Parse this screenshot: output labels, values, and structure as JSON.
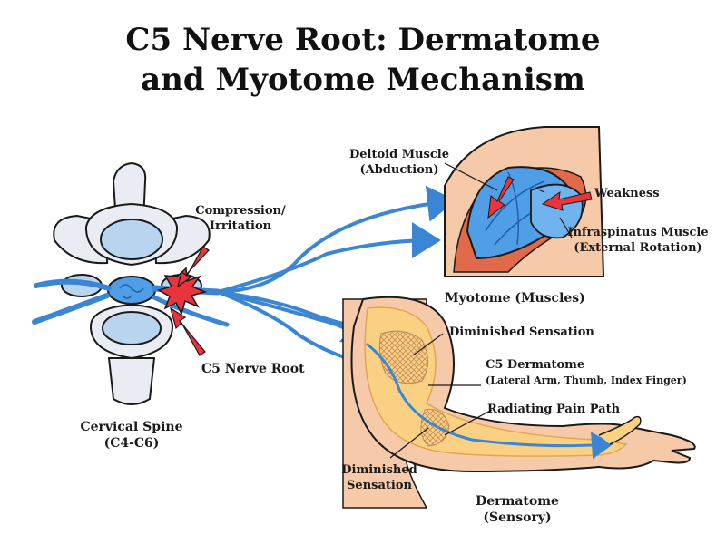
{
  "title": {
    "line1": "C5 Nerve Root: Dermatome",
    "line2": "and Myotome Mechanism"
  },
  "labels": {
    "compression_1": "Compression/",
    "compression_2": "Irritation",
    "nerve_root": "C5 Nerve Root",
    "cervical_1": "Cervical Spine",
    "cervical_2": "(C4-C6)",
    "deltoid_1": "Deltoid Muscle",
    "deltoid_2": "(Abduction)",
    "weakness": "Weakness",
    "infraspinatus_1": "Infraspinatus Muscle",
    "infraspinatus_2": "(External Rotation)",
    "myotome": "Myotome (Muscles)",
    "diminished_upper": "Diminished Sensation",
    "c5_dermatome_1": "C5 Dermatome",
    "c5_dermatome_2": "(Lateral Arm, Thumb, Index Finger)",
    "radiating": "Radiating Pain Path",
    "diminished_lower_1": "Diminished",
    "diminished_lower_2": "Sensation",
    "dermatome_1": "Dermatome",
    "dermatome_2": "(Sensory)"
  },
  "colors": {
    "nerve": "#3a86d4",
    "nerve_dark": "#1f5fa8",
    "bone": "#e9edf3",
    "bone_blue": "#b9d4ee",
    "muscle_blue": "#4f9ee6",
    "skin": "#f6c9a8",
    "dermatome": "#fbd27f",
    "alert": "#e8343a",
    "outline": "#1a1a1a"
  }
}
